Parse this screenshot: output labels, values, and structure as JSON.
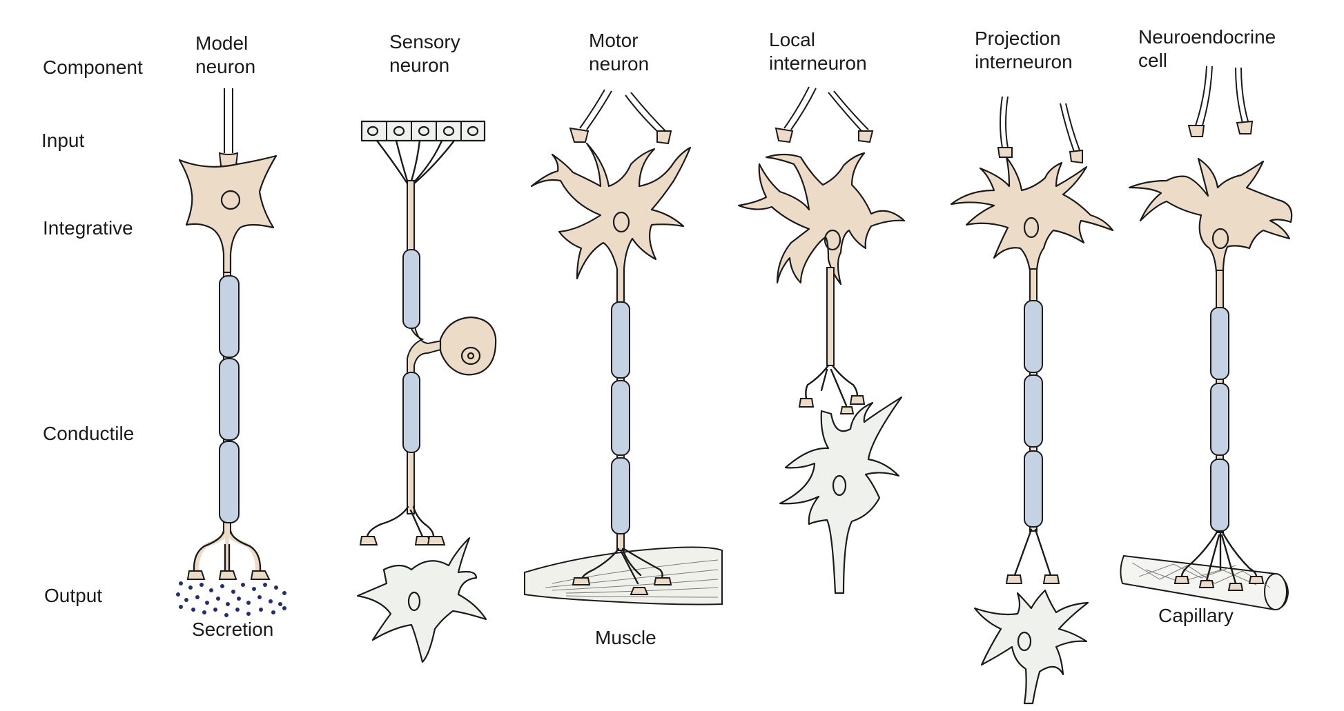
{
  "row_labels": {
    "component": "Component",
    "input": "Input",
    "integrative": "Integrative",
    "conductile": "Conductile",
    "output": "Output"
  },
  "columns": {
    "model": [
      "Model",
      "neuron"
    ],
    "sensory": [
      "Sensory",
      "neuron"
    ],
    "motor": [
      "Motor",
      "neuron"
    ],
    "local": [
      "Local",
      "interneuron"
    ],
    "projection": [
      "Projection",
      "interneuron"
    ],
    "neuroendocrine": [
      "Neuroendocrine",
      "cell"
    ]
  },
  "output_labels": {
    "secretion": "Secretion",
    "muscle": "Muscle",
    "capillary": "Capillary"
  },
  "colors": {
    "cell_body": "#ecdcc7",
    "target_cell": "#eef1ec",
    "myelin": "#c4d2e4",
    "secretion_dots": "#1f2d7a"
  }
}
